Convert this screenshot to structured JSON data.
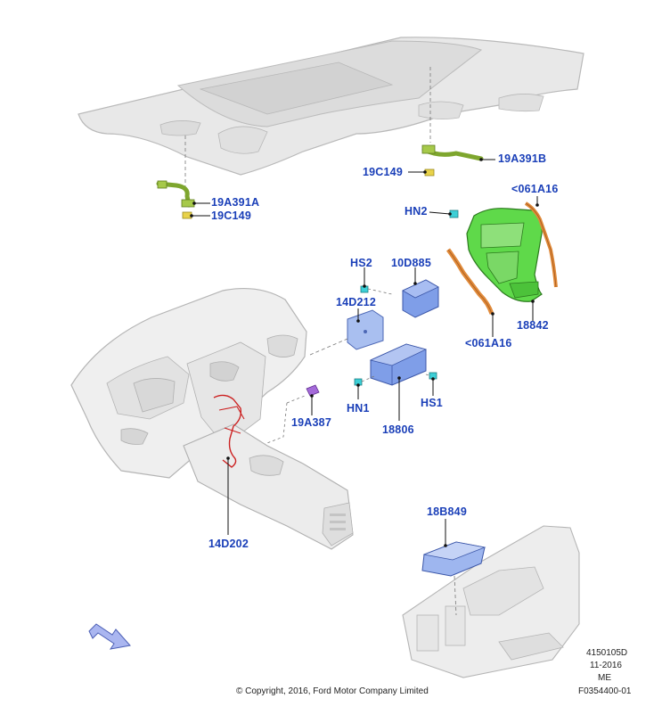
{
  "callouts": {
    "c_19A391A": "19A391A",
    "c_19C149_left": "19C149",
    "c_19C149_right": "19C149",
    "c_19A391B": "19A391B",
    "c_061A16_top": "<061A16",
    "c_HN2": "HN2",
    "c_HS2": "HS2",
    "c_10D885": "10D885",
    "c_14D212": "14D212",
    "c_18842": "18842",
    "c_061A16_bottom": "<061A16",
    "c_HN1": "HN1",
    "c_HS1": "HS1",
    "c_19A387": "19A387",
    "c_18806": "18806",
    "c_14D202": "14D202",
    "c_18B849": "18B849"
  },
  "metadata": {
    "ref_number": "4150105D",
    "date": "11-2016",
    "region": "ME",
    "figure_id": "F0354400-01",
    "copyright": "© Copyright, 2016, Ford Motor Company Limited"
  },
  "colors": {
    "callout_text": "#1a3fb8",
    "headliner_gray": "#e6e6e6",
    "harness_green": "#8fb83a",
    "bezel_green": "#5fd94a",
    "trim_orange": "#e08a3a",
    "module_blue": "#7f9ee8",
    "wiring_red": "#cc2222",
    "connector_cyan": "#3ccfd6",
    "connector_purple": "#a46ad9",
    "arrow_blue": "#aab6f0"
  }
}
